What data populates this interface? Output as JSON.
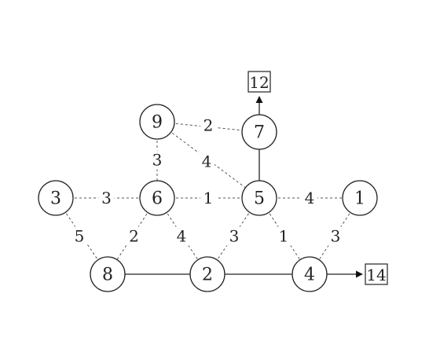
{
  "colors": {
    "stroke": "#222222",
    "dashed": "#555555",
    "background": "#ffffff"
  },
  "nodes": [
    {
      "id": "n9",
      "label": "9"
    },
    {
      "id": "n7",
      "label": "7"
    },
    {
      "id": "n3",
      "label": "3"
    },
    {
      "id": "n6",
      "label": "6"
    },
    {
      "id": "n5",
      "label": "5"
    },
    {
      "id": "n1",
      "label": "1"
    },
    {
      "id": "n8",
      "label": "8"
    },
    {
      "id": "n2",
      "label": "2"
    },
    {
      "id": "n4",
      "label": "4"
    }
  ],
  "dashed_edges": [
    {
      "from": "n9",
      "to": "n7",
      "weight": "2"
    },
    {
      "from": "n9",
      "to": "n6",
      "weight": "3"
    },
    {
      "from": "n9",
      "to": "n5",
      "weight": "4"
    },
    {
      "from": "n3",
      "to": "n6",
      "weight": "3"
    },
    {
      "from": "n6",
      "to": "n5",
      "weight": "1"
    },
    {
      "from": "n5",
      "to": "n1",
      "weight": "4"
    },
    {
      "from": "n3",
      "to": "n8",
      "weight": "5"
    },
    {
      "from": "n6",
      "to": "n8",
      "weight": "2"
    },
    {
      "from": "n6",
      "to": "n2",
      "weight": "4"
    },
    {
      "from": "n5",
      "to": "n2",
      "weight": "3"
    },
    {
      "from": "n5",
      "to": "n4",
      "weight": "1"
    },
    {
      "from": "n1",
      "to": "n4",
      "weight": "3"
    }
  ],
  "solid_edges": [
    {
      "from": "n7",
      "to": "n5"
    },
    {
      "from": "n8",
      "to": "n2"
    },
    {
      "from": "n2",
      "to": "n4"
    }
  ],
  "outputs": [
    {
      "id": "out12",
      "from": "n7",
      "label": "12"
    },
    {
      "id": "out14",
      "from": "n4",
      "label": "14"
    }
  ]
}
